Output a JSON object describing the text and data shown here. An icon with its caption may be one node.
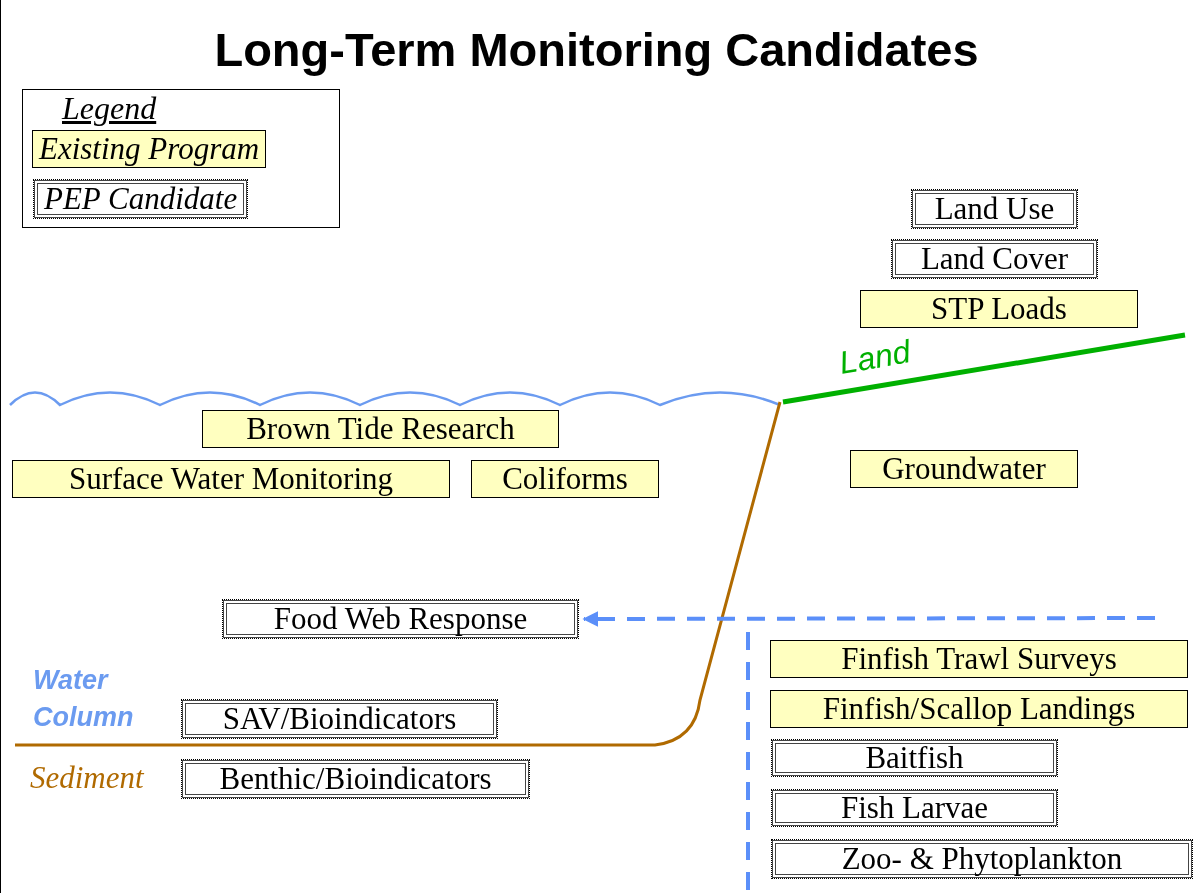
{
  "diagram": {
    "title": "Long-Term Monitoring Candidates",
    "nodes": [
      {
        "text": [
          "Land Use"
        ]
      },
      {
        "text": [
          "Land Cover"
        ]
      },
      {
        "text": [
          "STP Loads"
        ]
      },
      {
        "text": [
          "Brown Tide Research"
        ]
      },
      {
        "text": [
          "Surface Water Monitoring"
        ]
      },
      {
        "text": [
          "Coliforms"
        ]
      },
      {
        "text": [
          "Groundwater"
        ]
      },
      {
        "text": [
          "Food Web Response"
        ]
      },
      {
        "text": [
          "SAV/Bioindicators"
        ]
      },
      {
        "text": [
          "Benthic/Bioindicators"
        ]
      },
      {
        "text": [
          "Finfish Trawl Surveys"
        ]
      },
      {
        "text": [
          "Finfish/Scallop Landings"
        ]
      },
      {
        "text": [
          "Baitfish"
        ]
      },
      {
        "text": [
          "Fish Larvae"
        ]
      },
      {
        "text": [
          "Zoo- & Phytoplankton"
        ]
      }
    ],
    "edges": [
      {
        "from": null,
        "to": 7,
        "arrow": "to",
        "style": "dashed",
        "color": "#5b8ff9"
      }
    ],
    "labels": [
      "Legend",
      "Land",
      "Water Column",
      "Sediment"
    ],
    "legend": [
      {
        "text": "Existing Program",
        "color": "#ffffc0"
      },
      {
        "text": "PEP Candidate"
      }
    ]
  }
}
